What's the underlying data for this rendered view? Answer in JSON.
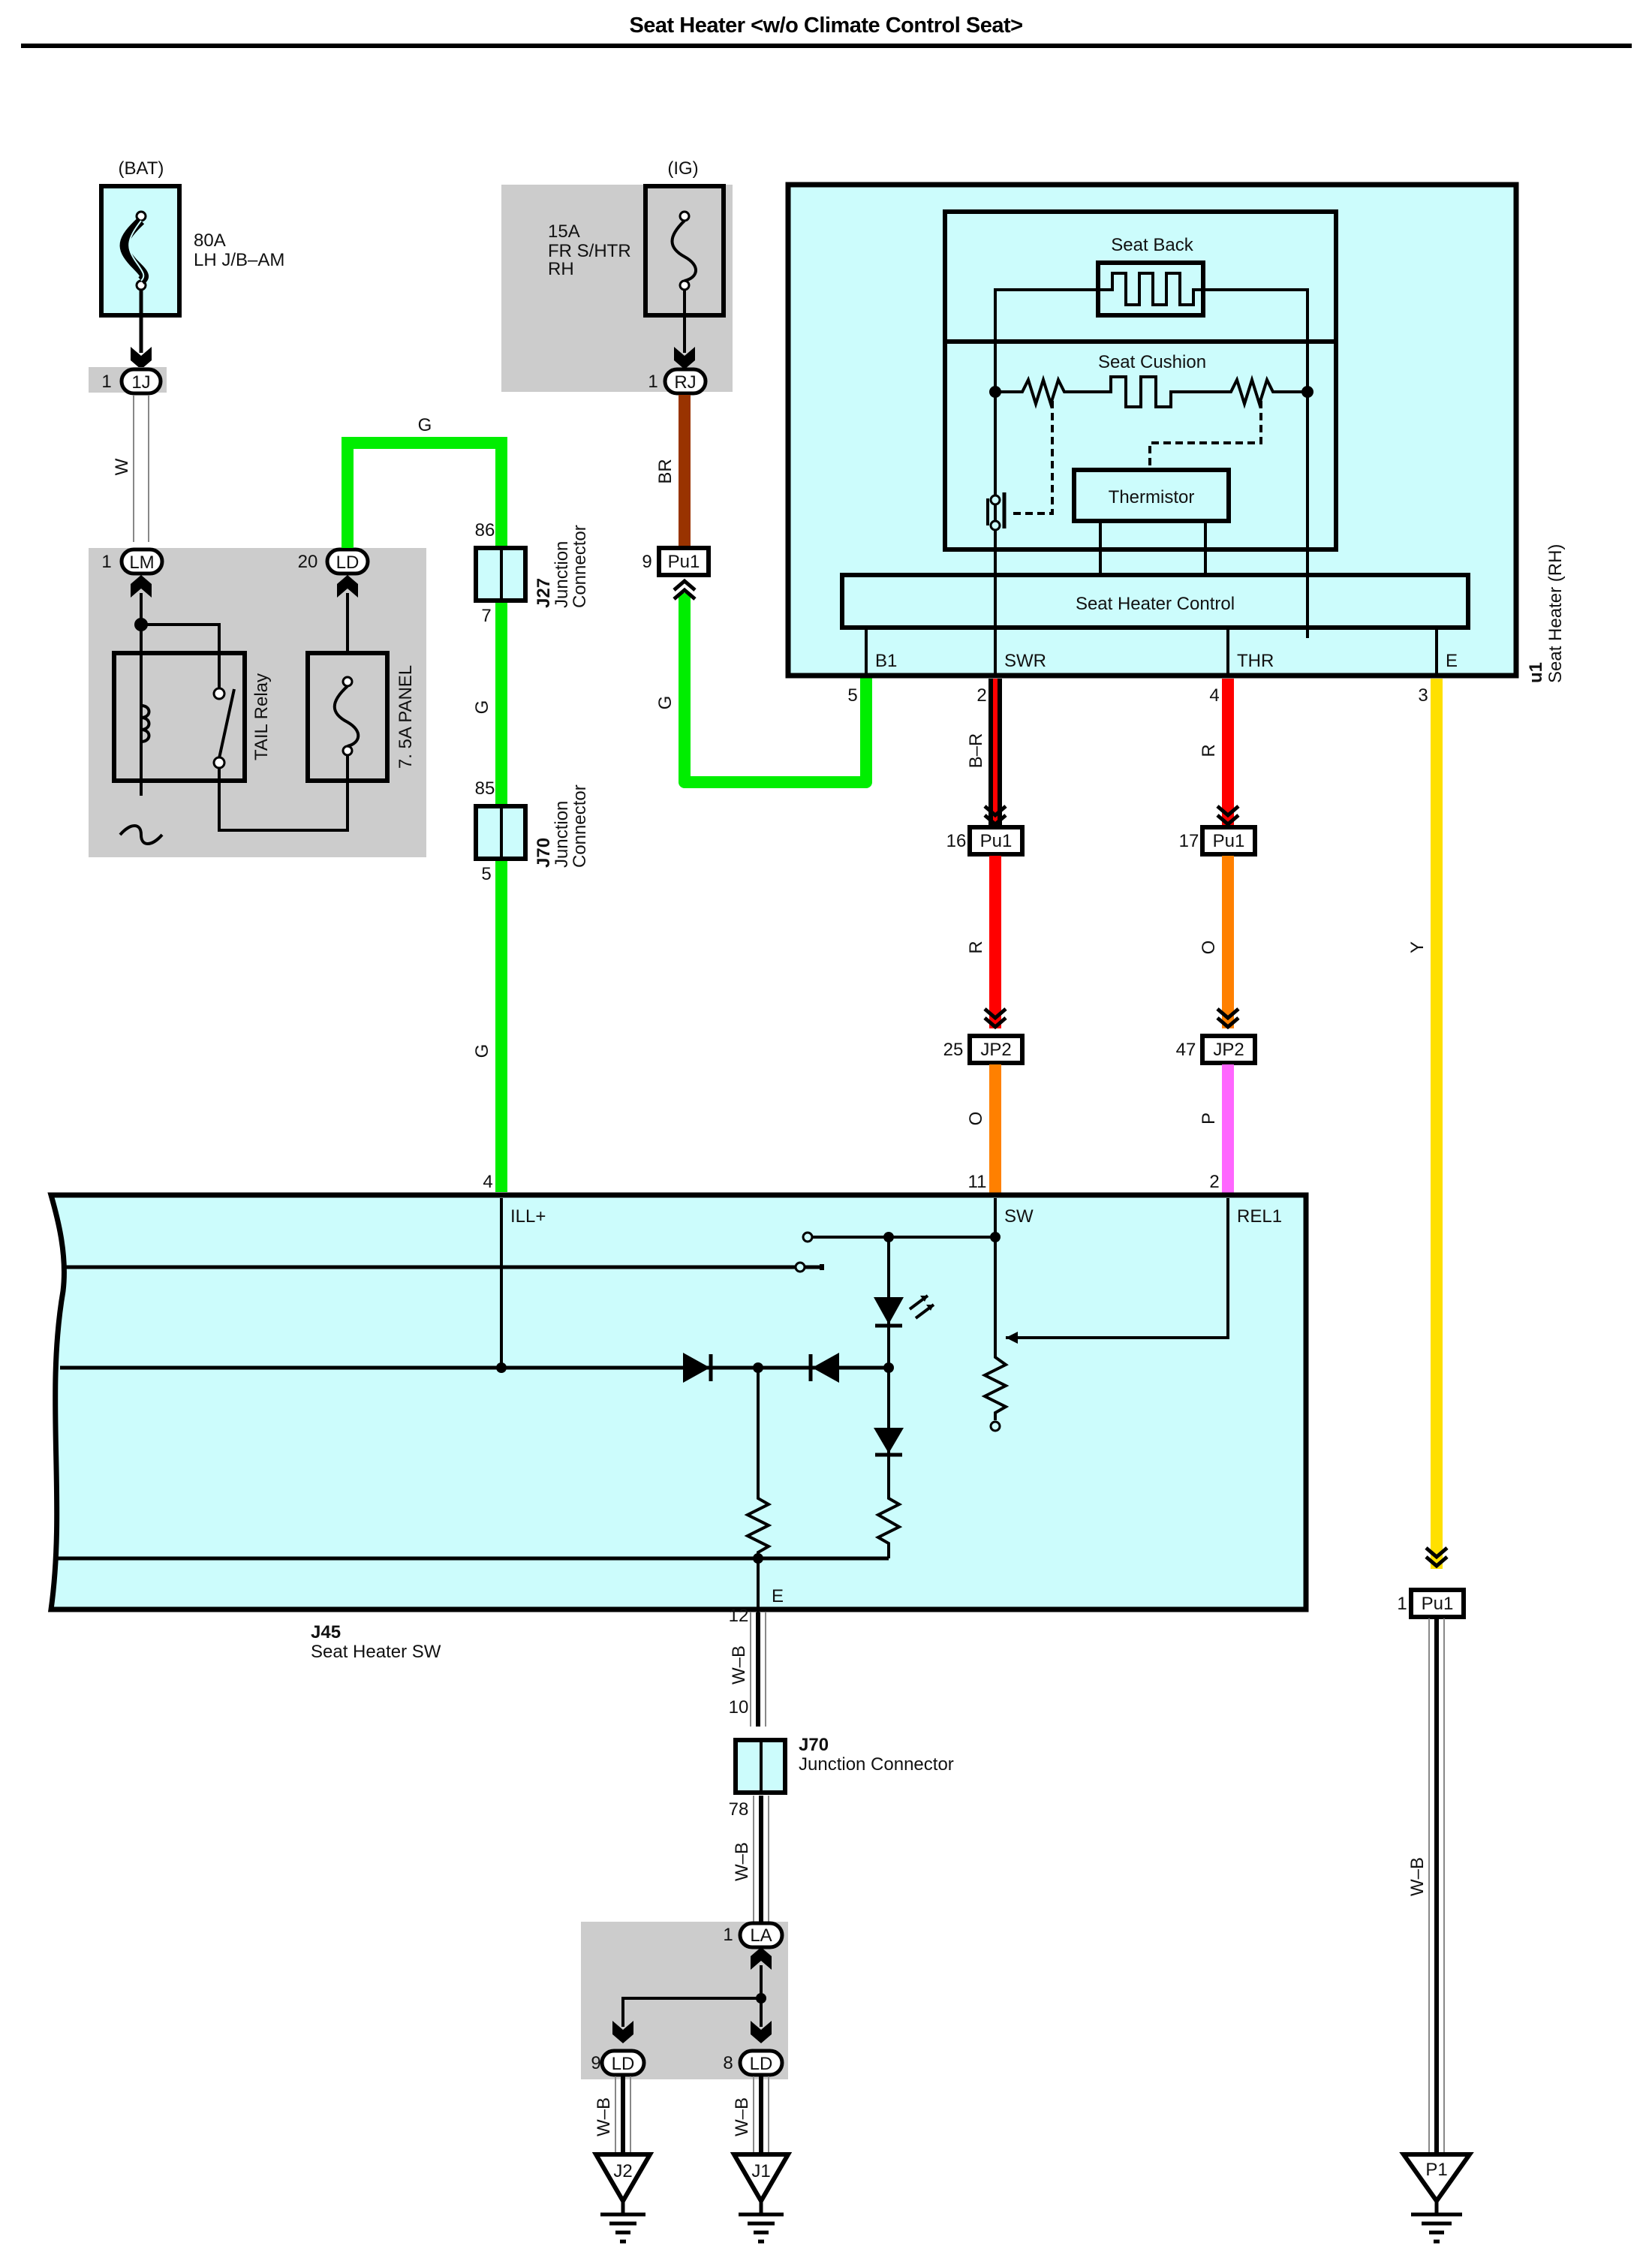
{
  "title": "Seat Heater <w/o Climate Control Seat>",
  "colors": {
    "component_fill": "#ccfcfc",
    "block_gray": "#cccccc",
    "wire_green": "#00ee00",
    "wire_brown": "#993300",
    "wire_red": "#ff0000",
    "wire_orange": "#ff8000",
    "wire_pink": "#ff66ff",
    "wire_yellow": "#ffe000",
    "wire_white_outline": "#888888",
    "line": "#000000"
  },
  "power": {
    "bat": {
      "source": "(BAT)",
      "rating": "80A",
      "name": "LH J/B–AM"
    },
    "ig": {
      "source": "(IG)",
      "rating": "15A",
      "name_line1": "FR S/HTR",
      "name_line2": "RH"
    }
  },
  "relay_block": {
    "relay_label": "TAIL Relay",
    "fuse_label": "7. 5A PANEL"
  },
  "connectors": {
    "c_1J": {
      "pin": "1",
      "code": "1J"
    },
    "c_LM": {
      "pin": "1",
      "code": "LM"
    },
    "c_LD20": {
      "pin": "20",
      "code": "LD"
    },
    "c_RJ": {
      "pin": "1",
      "code": "RJ"
    },
    "c_Pu1_9": {
      "pin": "9",
      "code": "Pu1"
    },
    "c_Pu1_16": {
      "pin": "16",
      "code": "Pu1"
    },
    "c_Pu1_17": {
      "pin": "17",
      "code": "Pu1"
    },
    "c_JP2_25": {
      "pin": "25",
      "code": "JP2"
    },
    "c_JP2_47": {
      "pin": "47",
      "code": "JP2"
    },
    "c_Pu1_1": {
      "pin": "1",
      "code": "Pu1"
    },
    "c_LA": {
      "pin": "1",
      "code": "LA"
    },
    "c_LD9": {
      "pin": "9",
      "code": "LD"
    },
    "c_LD8": {
      "pin": "8",
      "code": "LD"
    }
  },
  "junctions": {
    "j27": {
      "id": "J27",
      "name_line1": "Junction",
      "name_line2": "Connector",
      "pin_top": "86",
      "pin_bottom": "7"
    },
    "j70a": {
      "id": "J70",
      "name_line1": "Junction",
      "name_line2": "Connector",
      "pin_top": "85",
      "pin_bottom": "5"
    },
    "j70b": {
      "id": "J70",
      "name": "Junction Connector",
      "pin_top": "10",
      "pin_bottom": "78"
    }
  },
  "wires": {
    "w_bat": "W",
    "w_g_top": "G",
    "w_g_j27_j70": "G",
    "w_g_j70_sw": "G",
    "w_br": "BR",
    "w_g_b1": "G",
    "w_br_swr": "B–R",
    "w_r_thr": "R",
    "w_r_pu16": "R",
    "w_o_pu17": "O",
    "w_o_jp25": "O",
    "w_p_jp47": "P",
    "w_y": "Y",
    "w_wb_12": "W–B",
    "w_wb_78": "W–B",
    "w_wb_j2": "W–B",
    "w_wb_j1": "W–B",
    "w_wb_p1": "W–B"
  },
  "seat_heater": {
    "id": "u1",
    "name": "Seat Heater (RH)",
    "seat_back": "Seat Back",
    "seat_cushion": "Seat Cushion",
    "thermistor": "Thermistor",
    "control": "Seat Heater Control",
    "terminals": [
      {
        "name": "B1",
        "pin": "5"
      },
      {
        "name": "SWR",
        "pin": "2"
      },
      {
        "name": "THR",
        "pin": "4"
      },
      {
        "name": "E",
        "pin": "3"
      }
    ]
  },
  "switch": {
    "id": "J45",
    "name": "Seat Heater SW",
    "terminals": [
      {
        "name": "ILL+",
        "pin": "4"
      },
      {
        "name": "SW",
        "pin": "11"
      },
      {
        "name": "REL1",
        "pin": "2"
      },
      {
        "name": "E",
        "pin": "12"
      }
    ]
  },
  "grounds": [
    {
      "id": "J2"
    },
    {
      "id": "J1"
    },
    {
      "id": "P1"
    }
  ]
}
